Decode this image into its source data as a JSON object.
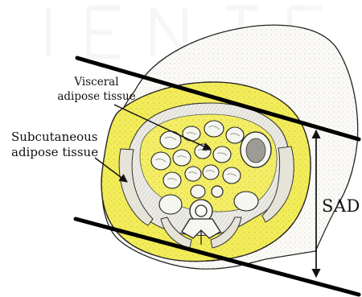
{
  "labels": {
    "visceral_line1": "Visceral",
    "visceral_line2": "adipose tissue",
    "subcutaneous_line1": "Subcutaneous",
    "subcutaneous_line2": "adipose tissue",
    "sad": "SAD"
  },
  "colors": {
    "fat": "#f2ec5a",
    "fat_dark": "#d9d03a",
    "skin": "#fbfaf6",
    "ink": "#111111",
    "bone": "#f7f7f2"
  }
}
